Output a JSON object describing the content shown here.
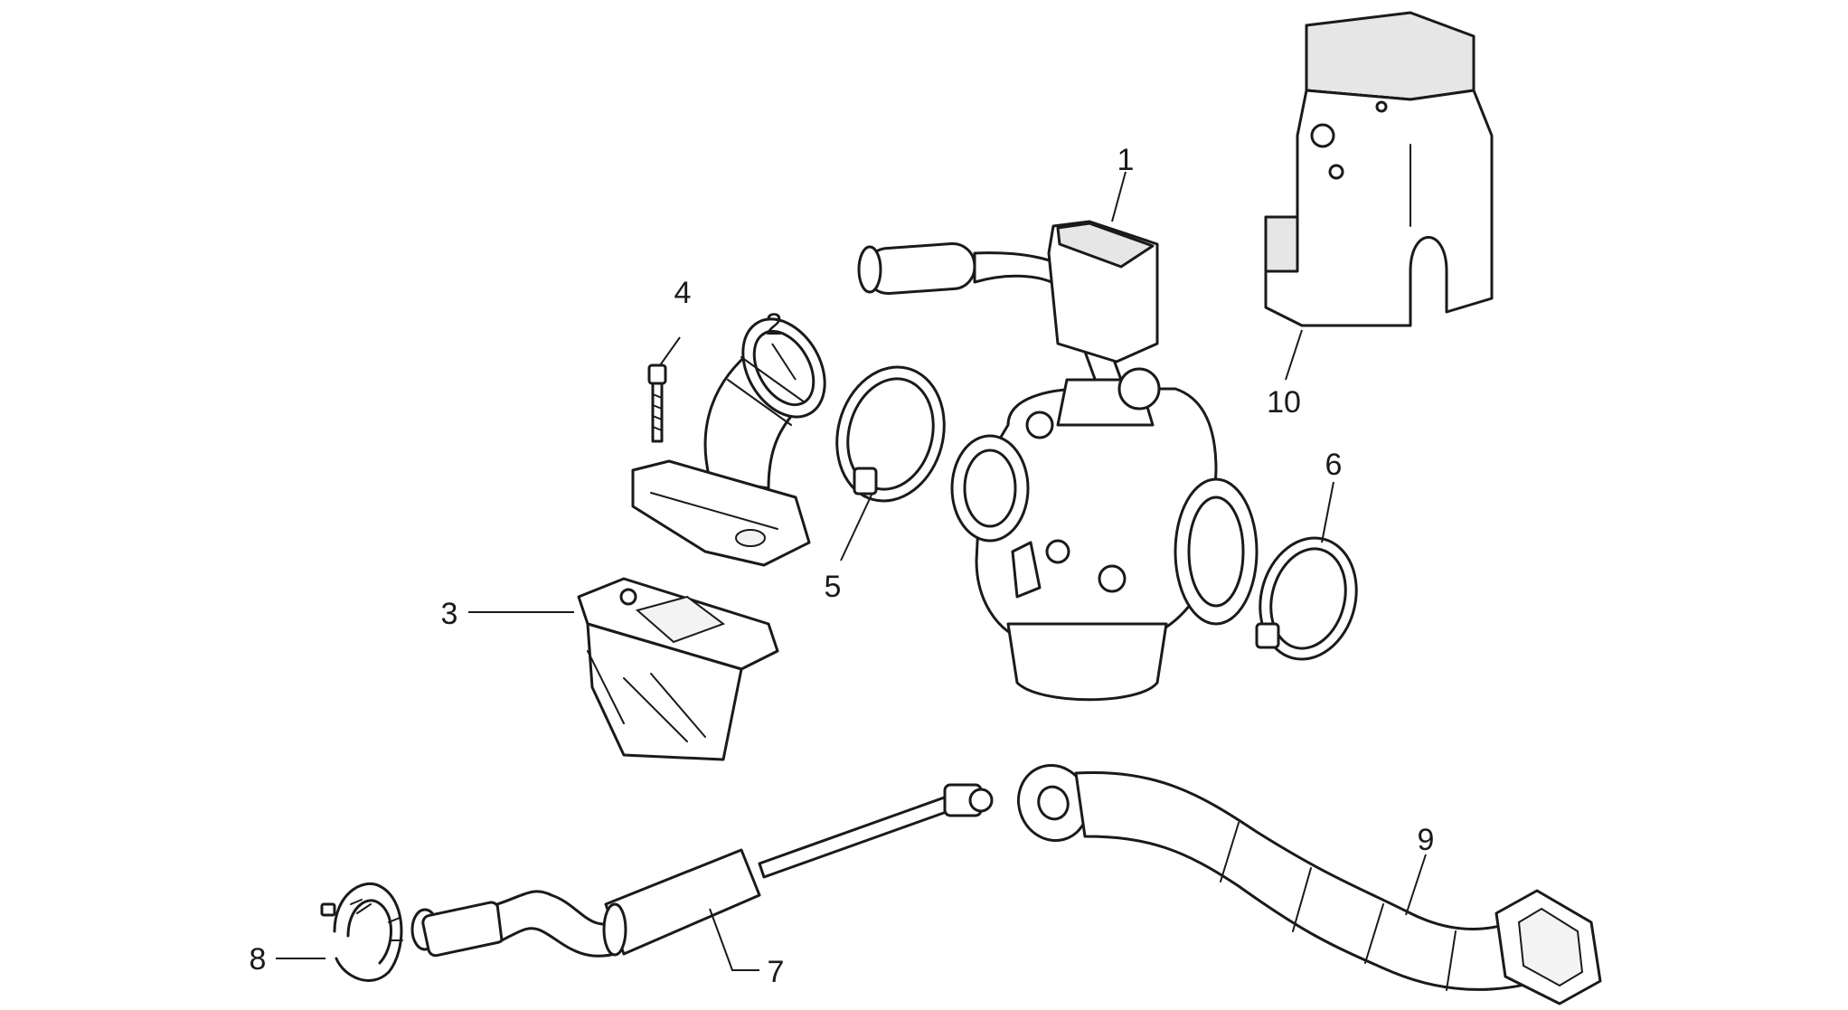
{
  "diagram": {
    "callouts": [
      {
        "id": "1",
        "label": "1"
      },
      {
        "id": "2",
        "label": "2"
      },
      {
        "id": "3",
        "label": "3"
      },
      {
        "id": "4",
        "label": "4"
      },
      {
        "id": "5",
        "label": "5"
      },
      {
        "id": "6",
        "label": "6"
      },
      {
        "id": "7",
        "label": "7"
      },
      {
        "id": "8",
        "label": "8"
      },
      {
        "id": "9",
        "label": "9"
      },
      {
        "id": "10",
        "label": "10"
      }
    ],
    "colors": {
      "line": "#1a1a1a",
      "shade": "#e6e6e6",
      "background": "#ffffff"
    }
  }
}
